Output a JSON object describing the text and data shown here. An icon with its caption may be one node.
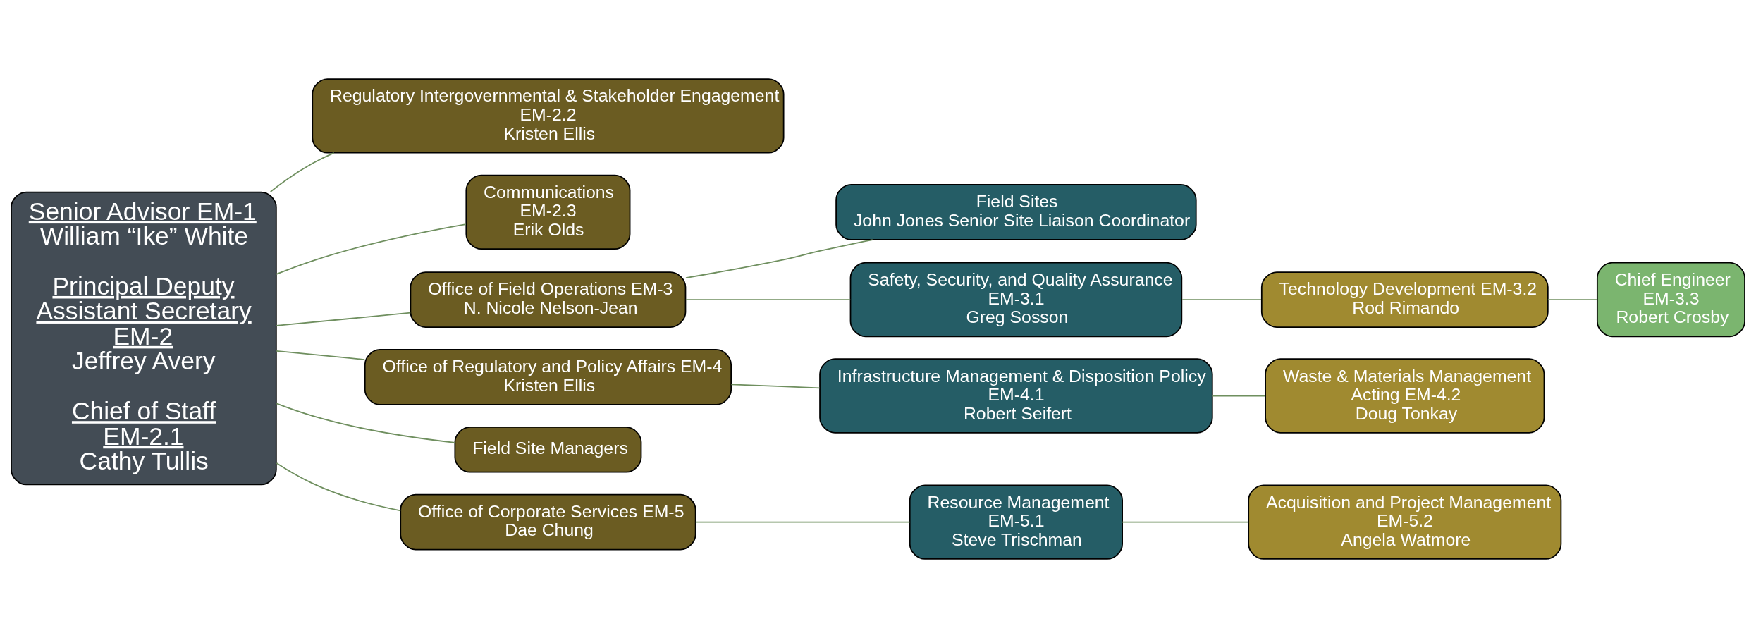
{
  "diagram": {
    "nodes": [
      {
        "text": [
          "Senior Advisor EM-1",
          "William “Ike” White",
          "Principal Deputy Assistant Secretary EM-2",
          "Jeffrey Avery",
          "Chief of Staff EM-2.1",
          "Cathy Tullis"
        ]
      },
      {
        "text": [
          "Regulatory Intergovernmental & Stakeholder Engagement",
          "EM-2.2",
          "Kristen Ellis"
        ]
      },
      {
        "text": [
          "Communications",
          "EM-2.3",
          "Erik Olds"
        ]
      },
      {
        "text": [
          "Office of Field Operations EM-3",
          "N. Nicole Nelson-Jean"
        ]
      },
      {
        "text": [
          "Office of Regulatory and Policy Affairs EM-4",
          "Kristen Ellis"
        ]
      },
      {
        "text": [
          "Field Site Managers"
        ]
      },
      {
        "text": [
          "Office of Corporate Services EM-5",
          "Dae Chung"
        ]
      },
      {
        "text": [
          "Field Sites",
          "John Jones Senior Site Liaison Coordinator"
        ]
      },
      {
        "text": [
          "Safety, Security, and Quality Assurance",
          "EM-3.1",
          "Greg Sosson"
        ]
      },
      {
        "text": [
          "Technology Development EM-3.2",
          "Rod Rimando"
        ]
      },
      {
        "text": [
          "Chief Engineer",
          "EM-3.3",
          "Robert Crosby"
        ]
      },
      {
        "text": [
          "Infrastructure Management & Disposition Policy",
          "EM-4.1",
          "Robert Seifert"
        ]
      },
      {
        "text": [
          "Waste & Materials Management",
          "Acting EM-4.2",
          "Doug Tonkay"
        ]
      },
      {
        "text": [
          "Resource Management",
          "EM-5.1",
          "Steve Trischman"
        ]
      },
      {
        "text": [
          "Acquisition and Project Management",
          "EM-5.2",
          "Angela Watmore"
        ]
      }
    ],
    "edges": [
      {
        "from": 0,
        "to": 1,
        "arrow": "none"
      },
      {
        "from": 0,
        "to": 2,
        "arrow": "none"
      },
      {
        "from": 0,
        "to": 3,
        "arrow": "none"
      },
      {
        "from": 0,
        "to": 4,
        "arrow": "none"
      },
      {
        "from": 0,
        "to": 6,
        "arrow": "none"
      },
      {
        "from": 0,
        "to": 5,
        "arrow": "none"
      },
      {
        "from": 3,
        "to": 7,
        "arrow": "none"
      },
      {
        "from": 3,
        "to": 8,
        "arrow": "none"
      },
      {
        "from": 8,
        "to": 9,
        "arrow": "none"
      },
      {
        "from": 9,
        "to": 10,
        "arrow": "none"
      },
      {
        "from": 4,
        "to": 11,
        "arrow": "none"
      },
      {
        "from": 11,
        "to": 12,
        "arrow": "none"
      },
      {
        "from": 6,
        "to": 13,
        "arrow": "none"
      },
      {
        "from": 13,
        "to": 14,
        "arrow": "none"
      }
    ]
  }
}
